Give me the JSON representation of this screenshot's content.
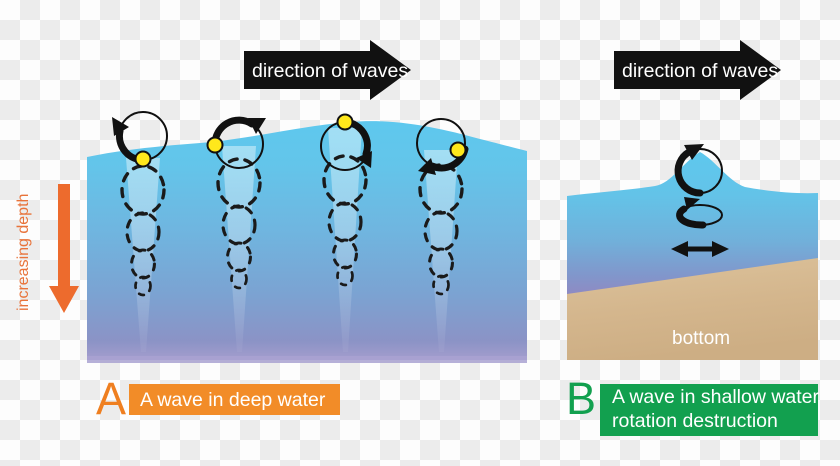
{
  "diagram": {
    "title_panel_a_letter": "A",
    "title_panel_b_letter": "B",
    "panel_a": {
      "caption": "A wave in deep water",
      "caption_bg_color": "#f28c28",
      "letter_color": "#ef7f20",
      "wave_direction_label": "direction of waves",
      "depth_label": "increasing depth",
      "depth_arrow_color": "#ed6b2d",
      "water_top_color": "#5ec8ee",
      "water_bottom_color": "#8e8bc4",
      "orbit_marker_color": "#ffe81c",
      "orbit_count": 4,
      "orbit_phases": [
        "bottom-left",
        "left",
        "top",
        "right"
      ],
      "dashed_circle_levels": 5
    },
    "panel_b": {
      "caption_line1": "A wave in shallow water",
      "caption_line2": "rotation destruction",
      "caption_bg_color": "#12a04f",
      "letter_color": "#12a04f",
      "wave_direction_label": "direction of waves",
      "bottom_label": "bottom",
      "seabed_color": "#d2b58c",
      "water_top_color": "#5ec8ee",
      "water_bottom_color": "#8e8bc4",
      "motion_symbols": [
        "circular-orbit",
        "flattened-ellipse-orbit",
        "horizontal-oscillation"
      ]
    },
    "arrow_fill": "#111111"
  }
}
